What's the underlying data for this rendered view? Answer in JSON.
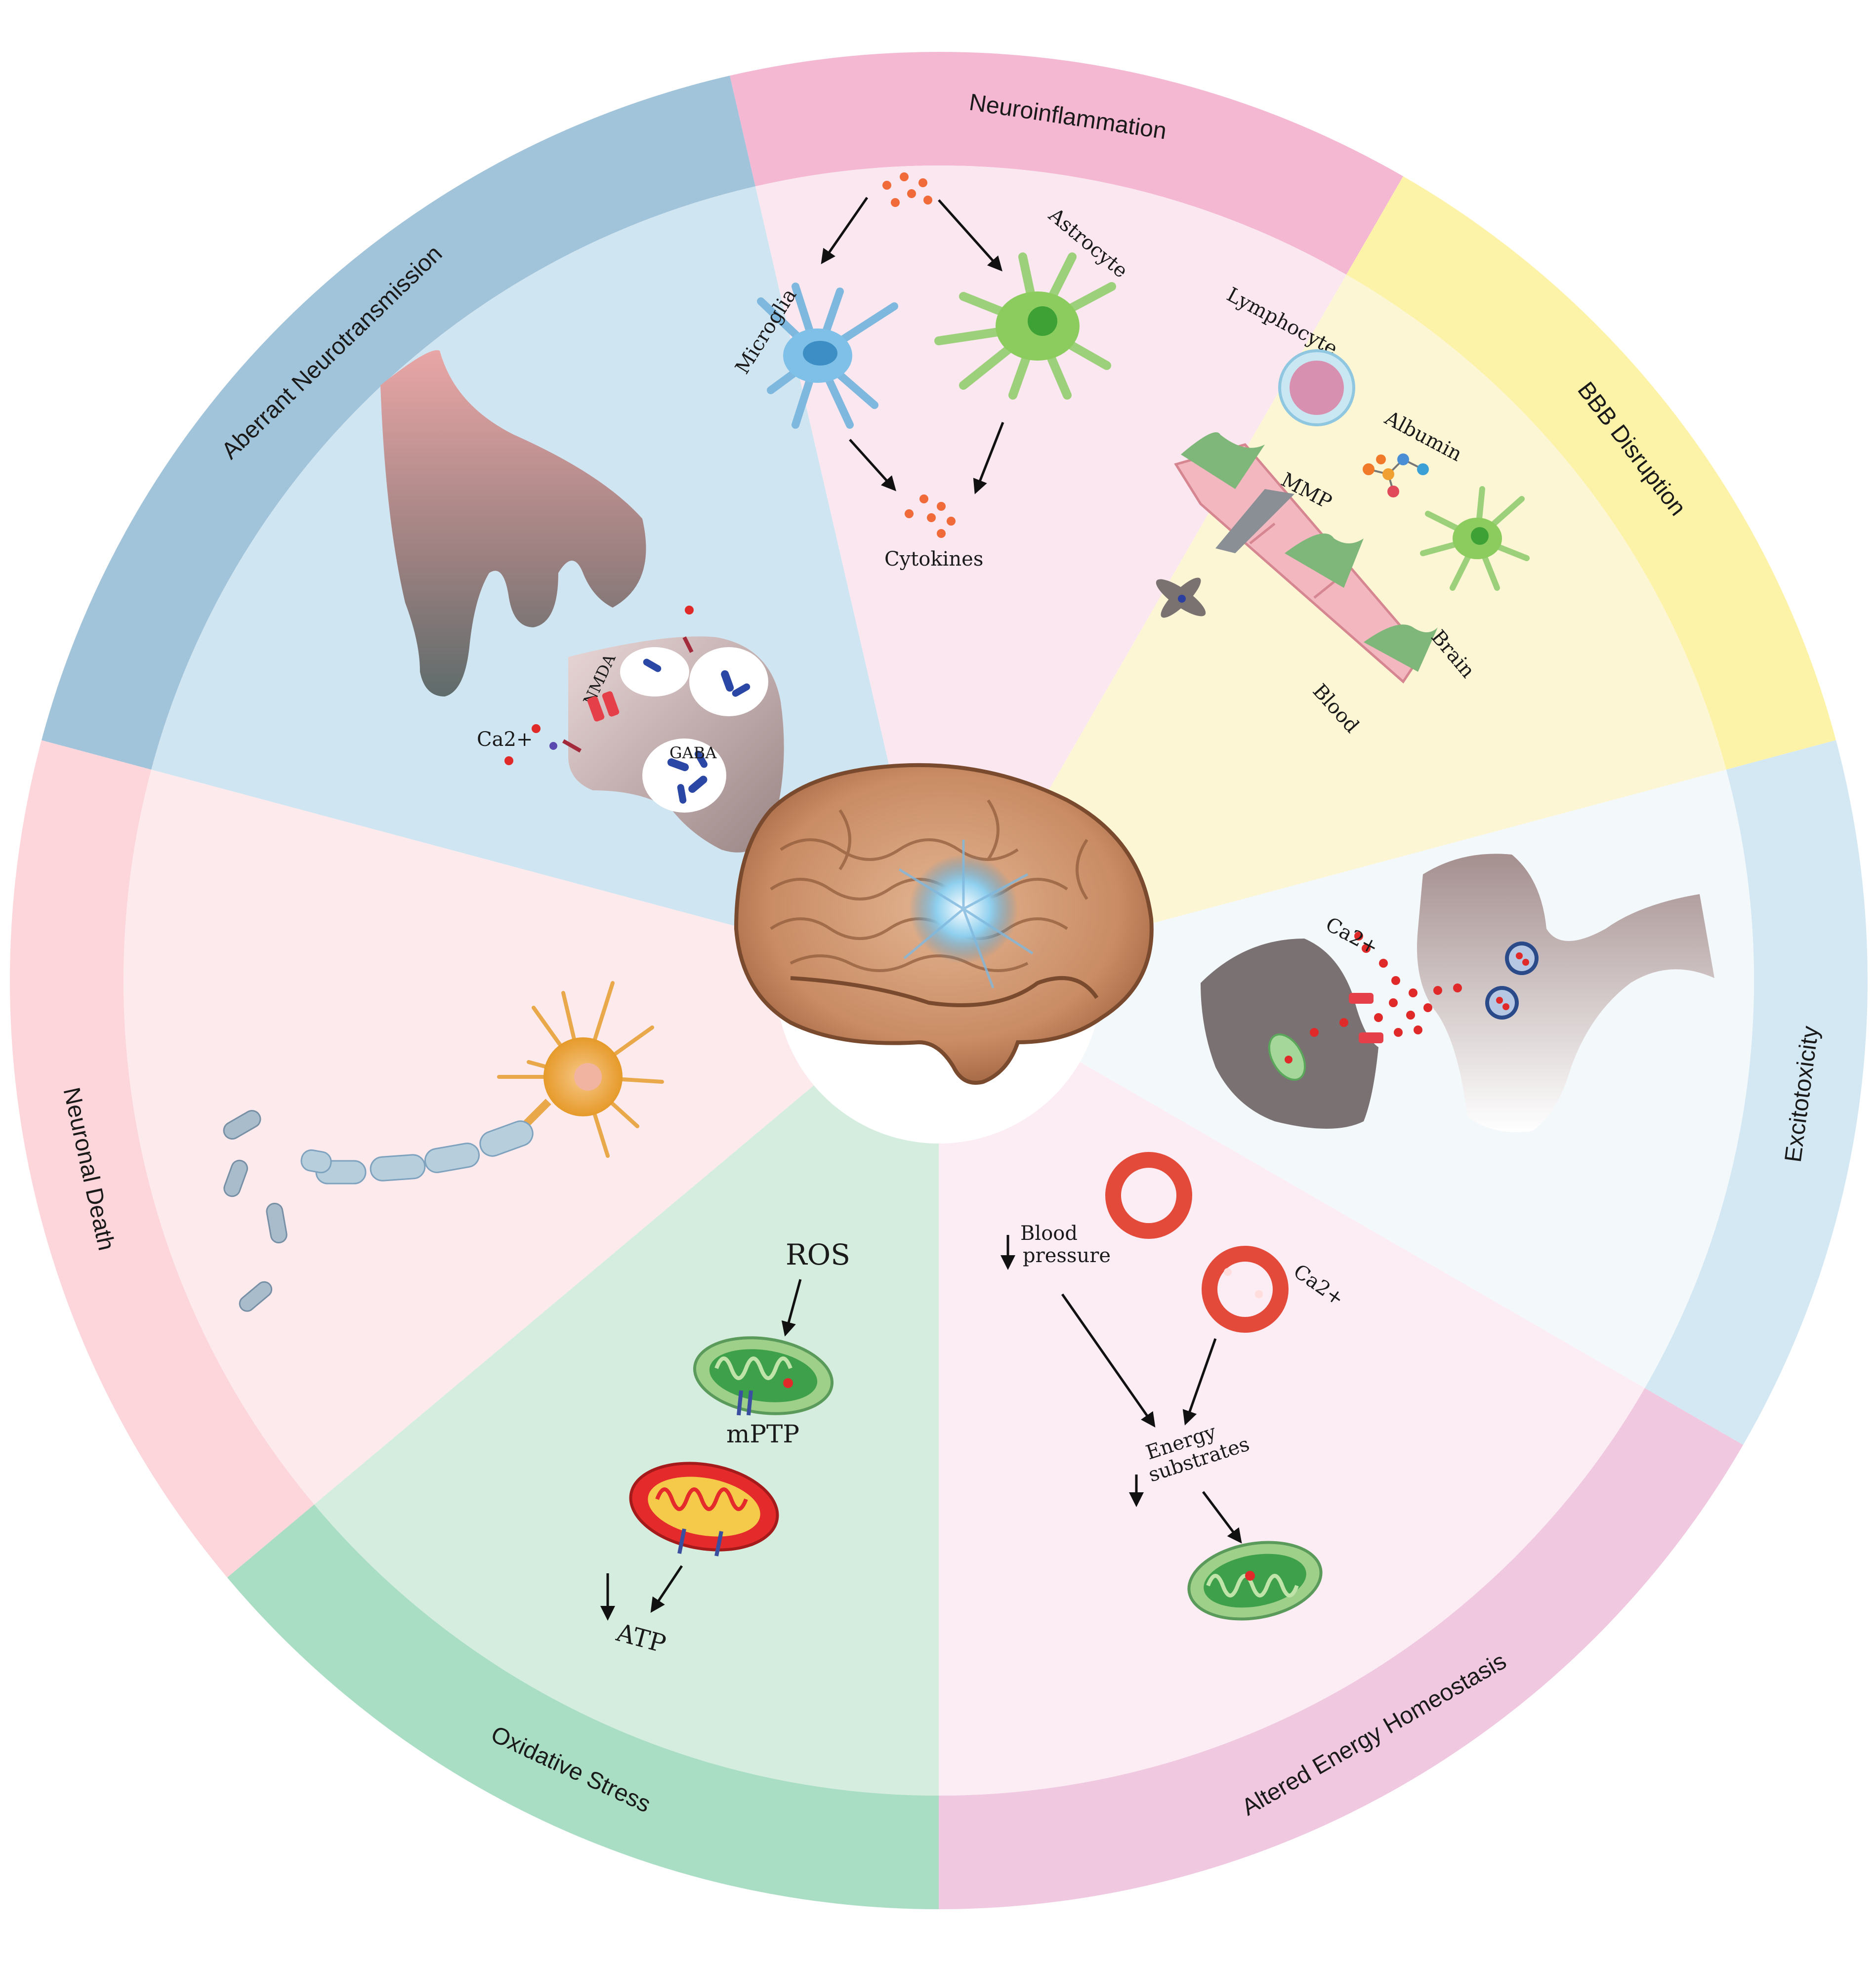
{
  "diagram": {
    "segments": [
      {
        "id": "neuroinflammation",
        "label": "Neuroinflammation",
        "outer_color": "#f4b8d3",
        "inner_color": "#fbe7ef"
      },
      {
        "id": "bbb",
        "label": "BBB Disruption",
        "outer_color": "#fdf3a8",
        "inner_color": "#fdf6d4"
      },
      {
        "id": "excitotoxicity",
        "label": "Excitotoxicity",
        "outer_color": "#d4e8f4",
        "inner_color": "#f3f8fb"
      },
      {
        "id": "energy",
        "label": "Altered Energy Homeostasis",
        "outer_color": "#f0c9e1",
        "inner_color": "#fcedf4"
      },
      {
        "id": "oxidative",
        "label": "Oxidative Stress",
        "outer_color": "#a9dec5",
        "inner_color": "#d5edde"
      },
      {
        "id": "death",
        "label": "Neuronal Death",
        "outer_color": "#fcd6da",
        "inner_color": "#fdeaed"
      },
      {
        "id": "aberrant",
        "label": "Aberrant Neurotransmission",
        "outer_color": "#a2c4da",
        "inner_color": "#d0e5f2"
      }
    ],
    "labels": {
      "microglia": "Microglia",
      "astrocyte": "Astrocyte",
      "cytokines": "Cytokines",
      "lymphocyte": "Lymphocyte",
      "albumin": "Albumin",
      "mmp": "MMP",
      "brain": "Brain",
      "blood": "Blood",
      "nmda": "NMDA",
      "gaba": "GABA",
      "ca_left": "Ca2+",
      "ca_right": "Ca2+",
      "ca_energy": "Ca2+",
      "ros": "ROS",
      "mptp": "mPTP",
      "atp": "ATP",
      "blood_pressure_1": "Blood",
      "blood_pressure_2": "pressure",
      "energy_1": "Energy",
      "energy_2": "substrates"
    }
  }
}
